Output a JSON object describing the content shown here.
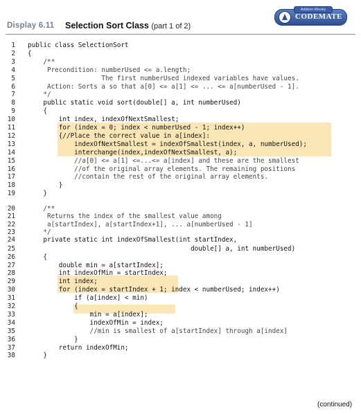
{
  "header": {
    "display_label": "Display 6.11",
    "title": "Selection Sort Class",
    "part": "(part 1 of 2)",
    "logo_text": "CODEMATE",
    "logo_top": "Addison-Wesley"
  },
  "code_lines": [
    {
      "n": "1",
      "text": "public class SelectionSort",
      "comment": false
    },
    {
      "n": "2",
      "text": "{",
      "comment": false
    },
    {
      "n": "3",
      "text": "    /**",
      "comment": true
    },
    {
      "n": "4",
      "text": "     Precondition: numberUsed <= a.length;",
      "comment": true
    },
    {
      "n": "5",
      "text": "                   The first numberUsed indexed variables have values.",
      "comment": true
    },
    {
      "n": "6",
      "text": "     Action: Sorts a so that a[0] <= a[1] <= ... <= a[numberUsed - 1].",
      "comment": true
    },
    {
      "n": "7",
      "text": "    */",
      "comment": true
    },
    {
      "n": "8",
      "text": "    public static void sort(double[] a, int numberUsed)",
      "comment": false
    },
    {
      "n": "9",
      "text": "    {",
      "comment": false
    },
    {
      "n": "10",
      "text": "        int index, indexOfNextSmallest;",
      "comment": false
    },
    {
      "n": "11",
      "text": "        for (index = 0; index < numberUsed - 1; index++)",
      "comment": false
    },
    {
      "n": "12",
      "text": "        {//Place the correct value in a[index]:",
      "comment": false
    },
    {
      "n": "13",
      "text": "            indexOfNextSmallest = indexOfSmallest(index, a, numberUsed);",
      "comment": false
    },
    {
      "n": "14",
      "text": "            interchange(index,indexOfNextSmallest, a);",
      "comment": false
    },
    {
      "n": "15",
      "text": "            //a[0] <= a[1] <=...<= a[index] and these are the smallest",
      "comment": true
    },
    {
      "n": "16",
      "text": "            //of the original array elements. The remaining positions",
      "comment": true
    },
    {
      "n": "17",
      "text": "            //contain the rest of the original array elements.",
      "comment": true
    },
    {
      "n": "18",
      "text": "        }",
      "comment": false
    },
    {
      "n": "19",
      "text": "    }",
      "comment": false
    },
    {
      "n": "20",
      "text": "    /**",
      "comment": true
    },
    {
      "n": "21",
      "text": "     Returns the index of the smallest value among",
      "comment": true
    },
    {
      "n": "22",
      "text": "     a[startIndex], a[startIndex+1], ... a[numberUsed - 1]",
      "comment": true
    },
    {
      "n": "23",
      "text": "    */",
      "comment": true
    },
    {
      "n": "24",
      "text": "    private static int indexOfSmallest(int startIndex,",
      "comment": false
    },
    {
      "n": "25",
      "text": "                                          double[] a, int numberUsed)",
      "comment": false
    },
    {
      "n": "26",
      "text": "    {",
      "comment": false
    },
    {
      "n": "27",
      "text": "        double min = a[startIndex];",
      "comment": false
    },
    {
      "n": "28",
      "text": "        int indexOfMin = startIndex;",
      "comment": false
    },
    {
      "n": "29",
      "text": "        int index;",
      "comment": false
    },
    {
      "n": "30",
      "text": "        for (index = startIndex + 1; index < numberUsed; index++)",
      "comment": false
    },
    {
      "n": "31",
      "text": "            if (a[index] < min)",
      "comment": false
    },
    {
      "n": "32",
      "text": "            {",
      "comment": false
    },
    {
      "n": "33",
      "text": "                min = a[index];",
      "comment": false
    },
    {
      "n": "34",
      "text": "                indexOfMin = index;",
      "comment": false
    },
    {
      "n": "35",
      "text": "                //min is smallest of a[startIndex] through a[index]",
      "comment": true
    },
    {
      "n": "36",
      "text": "            }",
      "comment": false
    },
    {
      "n": "37",
      "text": "        return indexOfMin;",
      "comment": false
    },
    {
      "n": "38",
      "text": "    }",
      "comment": false
    }
  ],
  "footer": {
    "continued": "(continued)"
  },
  "colors": {
    "highlight": "#fbe6b8",
    "rule": "#8a8a8a",
    "display_label": "#7b7f96"
  }
}
